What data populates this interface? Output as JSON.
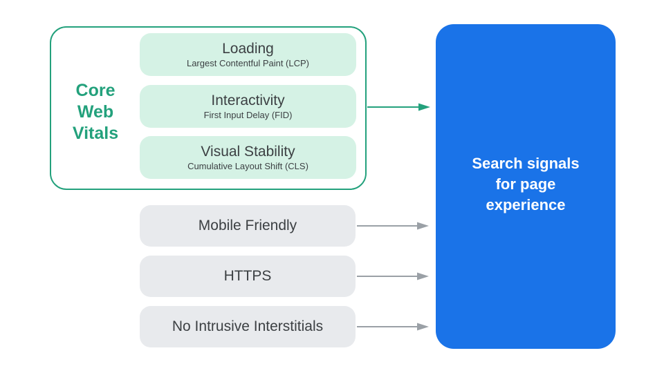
{
  "colors": {
    "accent_green": "#23A17C",
    "mint_pill_bg": "#D5F2E5",
    "gray_pill_bg": "#E8EAED",
    "text_dark": "#3C4043",
    "result_blue": "#1A73E8",
    "arrow_gray": "#9AA0A6",
    "result_text": "#FFFFFF"
  },
  "core_web_vitals": {
    "label_lines": [
      "Core",
      "Web",
      "Vitals"
    ],
    "items": [
      {
        "title": "Loading",
        "subtitle": "Largest Contentful Paint (LCP)"
      },
      {
        "title": "Interactivity",
        "subtitle": "First Input Delay (FID)"
      },
      {
        "title": "Visual Stability",
        "subtitle": "Cumulative Layout Shift (CLS)"
      }
    ]
  },
  "other_signals": [
    {
      "label": "Mobile Friendly"
    },
    {
      "label": "HTTPS"
    },
    {
      "label": "No Intrusive Interstitials"
    }
  ],
  "result_box": {
    "label_lines": [
      "Search signals",
      "for page",
      "experience"
    ]
  },
  "icons": {
    "arrow_direction": "right"
  }
}
